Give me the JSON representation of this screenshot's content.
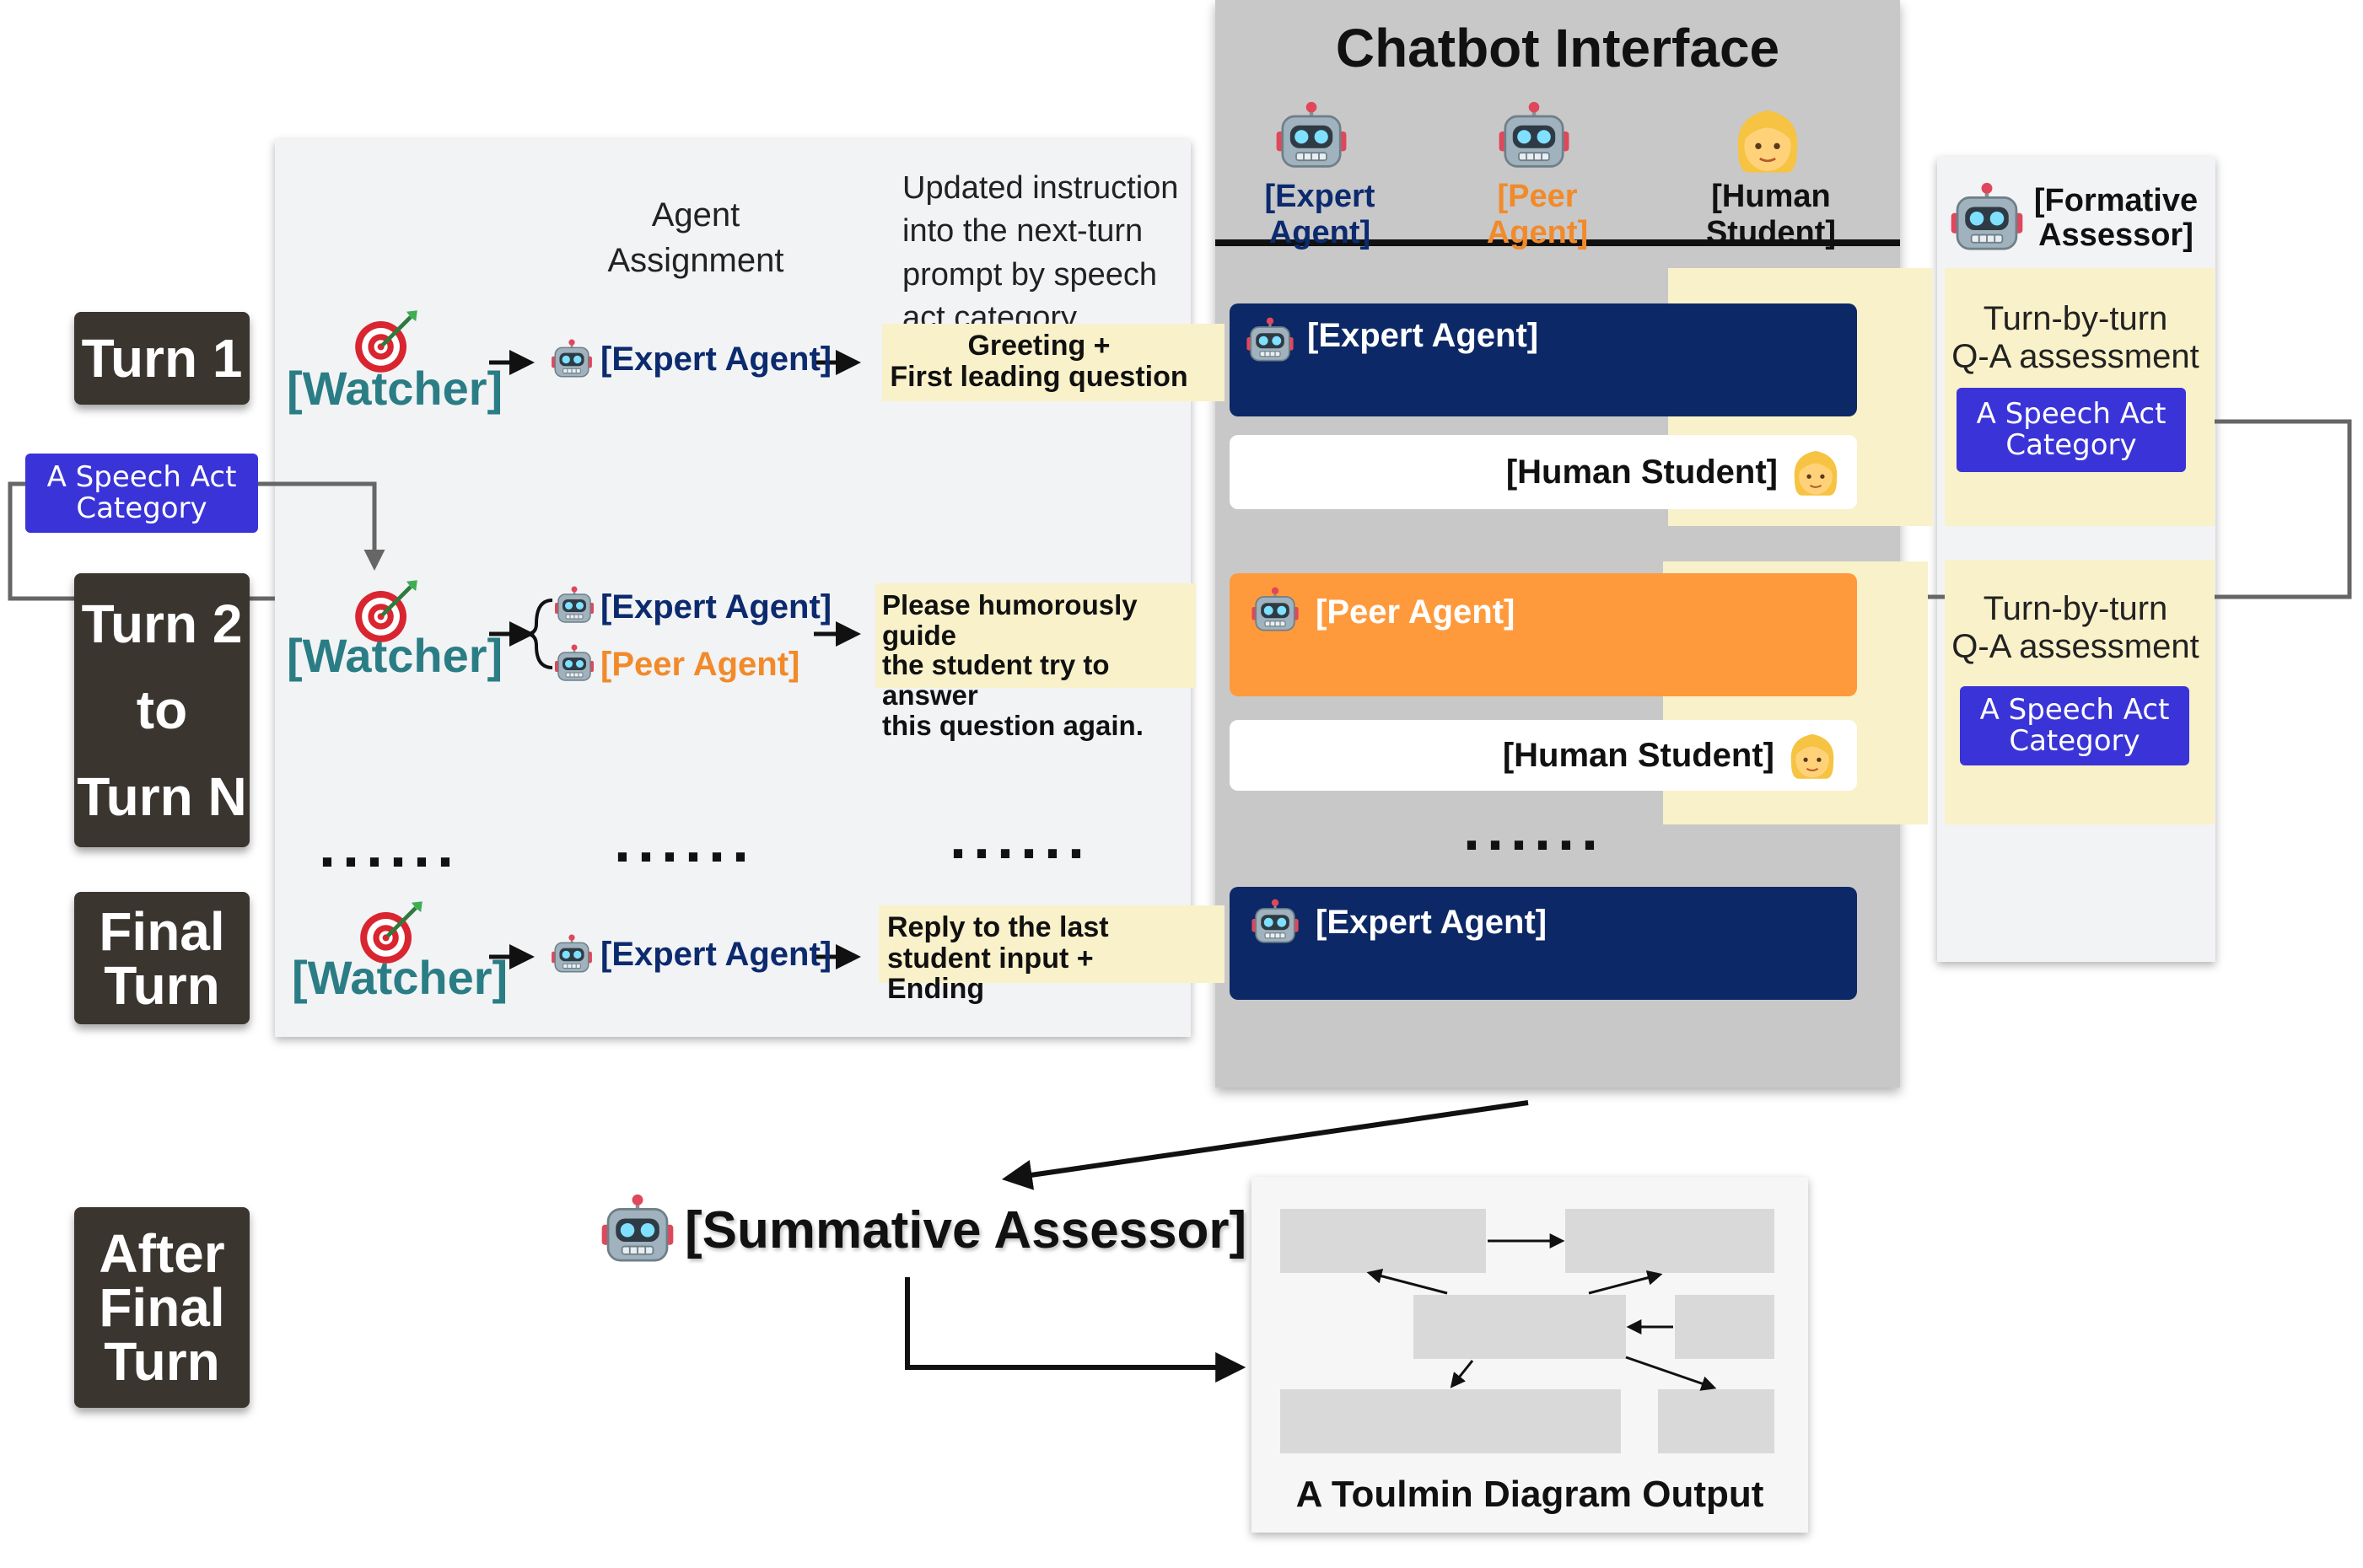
{
  "chatbot": {
    "title": "Chatbot Interface",
    "headers": [
      "[Expert Agent]",
      "[Peer Agent]",
      "[Human Student]"
    ],
    "bubbles": {
      "b1": "[Expert Agent]",
      "b2": "[Human Student]",
      "b3": "[Peer Agent]",
      "b4": "[Human Student]",
      "b5": "[Expert Agent]"
    },
    "dots": "......"
  },
  "turns": {
    "t1": "Turn 1",
    "t2_a": "Turn 2",
    "t2_b": "to",
    "t2_c": "Turn N",
    "final_a": "Final",
    "final_b": "Turn",
    "after_a": "After",
    "after_b": "Final",
    "after_c": "Turn"
  },
  "left_panel": {
    "agent_assignment": "Agent Assignment",
    "updated_instruction": "Updated instruction into the next-turn prompt by speech act category",
    "watcher": "[Watcher]",
    "expert": "[Expert Agent]",
    "peer": "[Peer Agent]",
    "msg1_a": "Greeting +",
    "msg1_b": "First leading question",
    "msg2_a": "Please humorously guide",
    "msg2_b": "the student try to answer",
    "msg2_c": "this question again.",
    "msg3_a": "Reply to the last",
    "msg3_b": "student input + Ending",
    "dots": "......"
  },
  "speech_act": "A Speech Act Category",
  "formative": {
    "title_a": "[Formative",
    "title_b": "Assessor]",
    "assess_a": "Turn-by-turn",
    "assess_b": "Q-A assessment"
  },
  "summative": "[Summative Assessor]",
  "toulmin": "A Toulmin Diagram Output",
  "colors": {
    "turn_bg": "#3b3530",
    "speech_act": "#3a34d8",
    "expert_bubble": "#0c2866",
    "peer_bubble": "#ff9a3c",
    "cream": "#f9f1c9",
    "watcher": "#2a7d84"
  },
  "icons": [
    "robot-icon",
    "target-dart-icon",
    "student-girl-icon",
    "arrow-icon"
  ]
}
